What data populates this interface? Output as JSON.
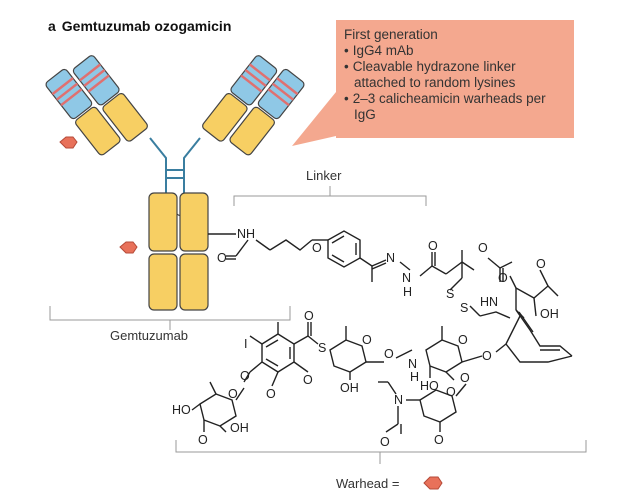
{
  "figure": {
    "panel_letter": "a",
    "title": "Gemtuzumab ozogamicin"
  },
  "callout": {
    "heading": "First generation",
    "bullets": [
      "IgG4 mAb",
      "Cleavable hydrazone linker attached to random lysines",
      "2–3 calicheamicin warheads per IgG"
    ]
  },
  "labels": {
    "linker": "Linker",
    "antibody": "Gemtuzumab",
    "warhead": "Warhead ="
  },
  "atoms": {
    "nh_linker": "NH",
    "o_amide": "O",
    "o_ether": "O",
    "n1": "N",
    "n2": "N",
    "h_hydrazone": "H",
    "o_hydrazide": "O",
    "s1": "S",
    "s2": "S",
    "o_carbamate_top": "O",
    "o_carbamate": "O",
    "hn_carbamate": "HN",
    "o_ketone": "O",
    "oh_core": "OH",
    "iodo": "I",
    "o_thioester": "O",
    "s_thio": "S",
    "o_ring1": "O",
    "oh_ring1": "OH",
    "o_link": "O",
    "n_link": "N",
    "h_link": "H",
    "o_ring2": "O",
    "ho_ring2": "HO",
    "o_glyco": "O",
    "o_methoxy1": "O",
    "o_methoxy2": "O",
    "o_aryl": "O",
    "o_sugar4": "O",
    "ho_sugar4": "HO",
    "oh_sugar4": "OH",
    "o_sugar4_ome": "O",
    "o_ring3_a": "O",
    "n_ethyl": "N",
    "o_ring3": "O",
    "o_ring3_ome": "O",
    "o_acetyl": "O"
  },
  "colors": {
    "callout_fill": "#f4a88f",
    "heavy_chain_blue": "#8fc8e6",
    "light_chain_gold": "#f7cf63",
    "stripe_red": "#e07070",
    "warhead_hexagon": "#e8715a",
    "bracket_gray": "#9a9a9a",
    "bond_black": "#222222"
  }
}
